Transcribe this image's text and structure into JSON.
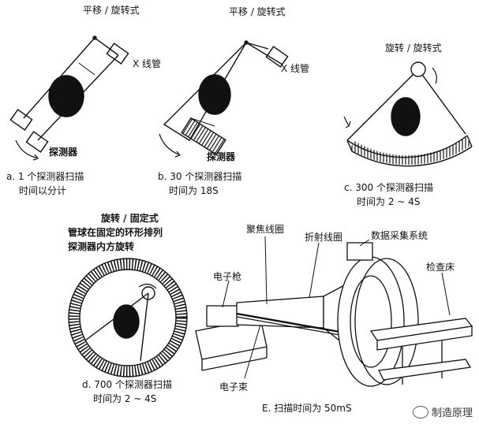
{
  "panel_a": {
    "top_label": "平移 / 旋转式",
    "xray_label": "X 线管",
    "detector_label": "探测器",
    "caption_line1": "a. 1 个探测器扫描",
    "caption_line2": "时间以分计"
  },
  "panel_b": {
    "top_label": "平移 / 旋转式",
    "xray_label": "X 线管",
    "detector_label": "探测器",
    "caption_line1": "b. 30 个探测器扫描",
    "caption_line2": "时间为 18S"
  },
  "panel_c": {
    "top_label": "旋转 / 旋转式",
    "caption_line1": "c. 300 个探测器扫描",
    "caption_line2": "时间为 2 ~ 4S"
  },
  "panel_d": {
    "title_line1": "旋转 / 固定式",
    "title_line2": "管球在固定的环形排列",
    "title_line3": "探测器内方旋转",
    "caption_line1": "d. 700 个探测器扫描",
    "caption_line2": "时间为 2 ~ 4S"
  },
  "panel_e": {
    "focus_coil": "聚焦线圈",
    "deflection_coil": "折射线圈",
    "data_system": "数据采集系统",
    "couch": "检查床",
    "electron_gun": "电子枪",
    "electron_beam": "电子束",
    "caption": "E. 扫描时间为 50mS"
  },
  "watermark": "制造原理"
}
